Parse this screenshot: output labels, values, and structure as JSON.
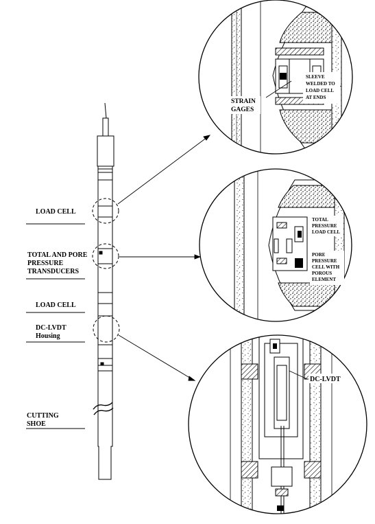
{
  "left_labels": {
    "load_cell_top": "LOAD CELL",
    "transducers_line1": "TOTAL AND PORE",
    "transducers_line2": "PRESSURE",
    "transducers_line3": "TRANSDUCERS",
    "load_cell_bottom": "LOAD CELL",
    "dc_lvdt_line1": "DC-LVDT",
    "dc_lvdt_line2": "Housing",
    "cutting_shoe_line1": "CUTTING",
    "cutting_shoe_line2": "SHOE"
  },
  "detail_top": {
    "strain_line1": "STRAIN",
    "strain_line2": "GAGES",
    "sleeve_line1": "SLEEVE",
    "sleeve_line2": "WELDED TO",
    "sleeve_line3": "LOAD CELL",
    "sleeve_line4": "AT ENDS"
  },
  "detail_middle": {
    "total_line1": "TOTAL",
    "total_line2": "PRESSURE",
    "total_line3": "LOAD CELL",
    "pore_line1": "PORE",
    "pore_line2": "PRESSURE",
    "pore_line3": "CELL WITH",
    "pore_line4": "POROUS",
    "pore_line5": "ELEMENT"
  },
  "detail_bottom": {
    "dc_lvdt": "DC-LVDT"
  }
}
